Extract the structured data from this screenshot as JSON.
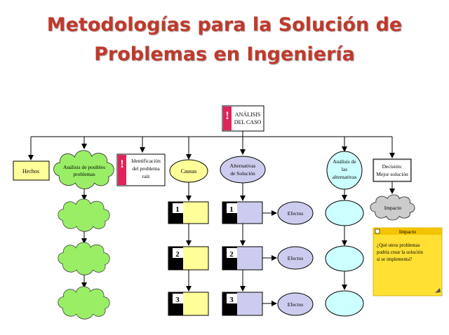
{
  "title": {
    "line1": "Metodologías para la Solución de",
    "line2": "Problemas en Ingeniería"
  },
  "root": {
    "label_line1": "ANÁLISIS",
    "label_line2": "DEL CASO",
    "alert_glyph": "!"
  },
  "hechos": {
    "label": "Hechos"
  },
  "analisis_posibles": {
    "line1": "Análisis de posibles",
    "line2": "problemas"
  },
  "identificacion": {
    "line1": "Identificación",
    "line2": "del problema",
    "line3": "raíz",
    "alert_glyph": "!"
  },
  "causas": {
    "label": "Causas",
    "steps": [
      "1",
      "2",
      "3"
    ]
  },
  "alternativas": {
    "line1": "Alternativas",
    "line2": "de Solución",
    "steps": [
      "1",
      "2",
      "3"
    ]
  },
  "efectos": {
    "labels": [
      "Efectos",
      "Efectos",
      "Efectos"
    ]
  },
  "analisis_alternativas": {
    "line1": "Análisis de",
    "line2": "las",
    "line3": "alternativas"
  },
  "decision": {
    "line1": "Decisión:",
    "line2": "Mejor solución"
  },
  "impacto_cloud": {
    "label": "Impacto"
  },
  "impacto_note": {
    "title": "Impacto",
    "line1": "¿Qué otros problemas",
    "line2": "podría crear la solución",
    "line3": "si se implementa?"
  },
  "colors": {
    "title": "#c0392b",
    "yellow": "#ffff99",
    "green_cloud": "#99ee66",
    "grey_cloud": "#cccccc",
    "lavender": "#ccccee",
    "cyan": "#ccffff",
    "alert_red": "#e0245a",
    "note_fill": "#ffe033",
    "note_header": "#f5c400"
  }
}
